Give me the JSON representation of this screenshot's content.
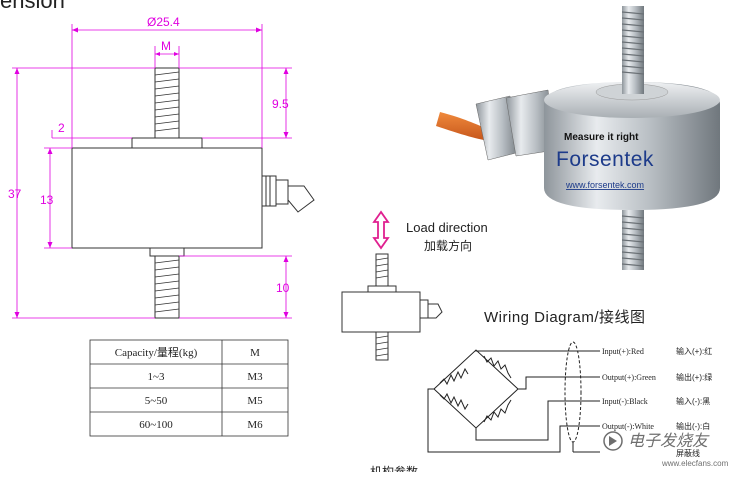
{
  "page_title_fragment": "ension",
  "drawing": {
    "dim_diameter": "Ø25.4",
    "dim_thread": "M",
    "dim_top_length": "9.5",
    "dim_step": "2",
    "dim_total": "37",
    "dim_body": "13",
    "dim_bottom_length": "10"
  },
  "photo": {
    "label_tagline": "Measure it right",
    "label_brand": "Forsentek",
    "label_url": "www.forsentek.com",
    "colors": {
      "cable": "#e0691e",
      "steel": "#c9cdd1",
      "brand": "#1d3b8a"
    }
  },
  "load": {
    "label_en": "Load direction",
    "label_cn": "加载方向",
    "arrow_color": "#e02090"
  },
  "table": {
    "headers": [
      "Capacity/量程(kg)",
      "M"
    ],
    "rows": [
      [
        "1~3",
        "M3"
      ],
      [
        "5~50",
        "M5"
      ],
      [
        "60~100",
        "M6"
      ]
    ]
  },
  "wiring": {
    "title": "Wiring Diagram/接线图",
    "lines": [
      {
        "en": "Input(+):Red",
        "cn": "输入(+):红"
      },
      {
        "en": "Output(+):Green",
        "cn": "输出(+):绿"
      },
      {
        "en": "Input(-):Black",
        "cn": "输入(-):黑"
      },
      {
        "en": "Output(-):White",
        "cn": "输出(-):白"
      }
    ],
    "shield": "屏蔽线"
  },
  "watermark": "电子发烧友",
  "watermark_url": "www.elecfans.com",
  "bottom_fragment": "机构参数"
}
